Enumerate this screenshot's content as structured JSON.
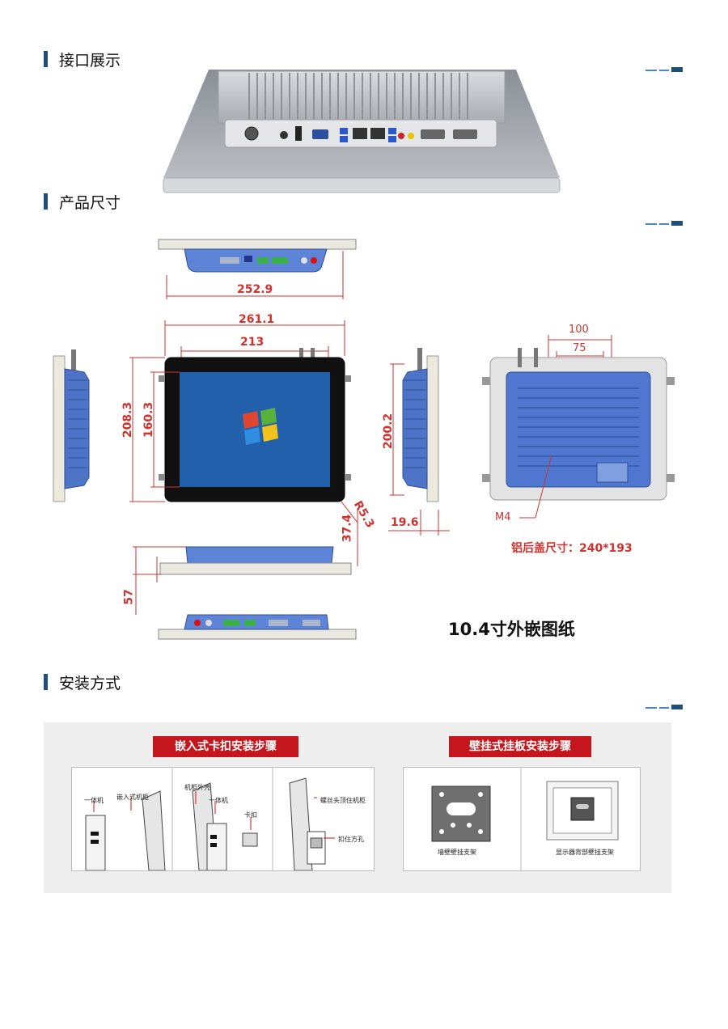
{
  "sections": {
    "interface": "接口展示",
    "dimensions": "产品尺寸",
    "installation": "安装方式"
  },
  "dimensions": {
    "top_width": "252.9",
    "outer_width": "261.1",
    "screen_width": "213",
    "outer_height": "208.3",
    "screen_height": "160.3",
    "side_height": "200.2",
    "depth_total": "37.4",
    "corner_radius": "R5.3",
    "depth_side": "19.6",
    "bottom_depth": "57",
    "hole_spacing_outer": "100",
    "hole_spacing_inner": "75",
    "screw_label": "M4",
    "back_cover_label": "铝后盖尺寸：240*193",
    "drawing_title": "10.4寸外嵌图纸"
  },
  "installation": {
    "embed_title": "嵌入式卡扣安装步骤",
    "wall_title": "壁挂式挂板安装步骤",
    "embed_labels": {
      "unit_a": "一体机",
      "cabinet": "嵌入式机柜",
      "shell": "机柜外壳",
      "unit_b": "一体机",
      "clip": "卡扣",
      "screw": "螺丝头顶住机柜",
      "hole": "扣住方孔"
    },
    "wall_labels": {
      "wall_bracket": "墙壁壁挂支架",
      "monitor_bracket": "显示器背部壁挂支架"
    }
  },
  "colors": {
    "accent_navy": "#1f4e79",
    "accent_blue": "#4c86c6",
    "dim_red": "#d1322e",
    "tag_red": "#c4161c",
    "chassis_blue": "#3a63b8"
  }
}
